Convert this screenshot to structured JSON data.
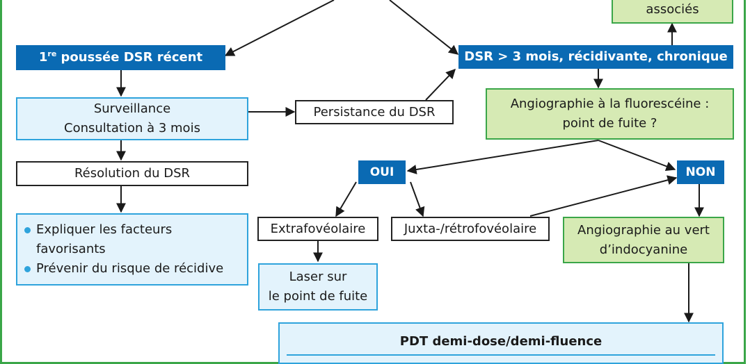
{
  "nodes": {
    "associes": "associés",
    "first_push_prefix": "1",
    "first_push_sup": "re",
    "first_push_rest": " poussée DSR récent",
    "chronic": "DSR > 3 mois, récidivante, chronique",
    "surveillance_line1": "Surveillance",
    "surveillance_line2": "Consultation à 3 mois",
    "persistance": "Persistance du DSR",
    "angio_fluo_line1": "Angiographie à la fluorescéine :",
    "angio_fluo_line2": "point de fuite ?",
    "resolution": "Résolution du DSR",
    "oui": "OUI",
    "non": "NON",
    "advice_1_line1": "Expliquer les facteurs",
    "advice_1_line2": "favorisants",
    "advice_2": "Prévenir du risque de récidive",
    "extrafoveolaire": "Extrafovéolaire",
    "juxta": "Juxta-/rétrofovéolaire",
    "angio_icg_line1": "Angiographie au vert",
    "angio_icg_line2": "d’indocyanine",
    "laser_line1": "Laser sur",
    "laser_line2": "le point de fuite",
    "pdt": "PDT demi-dose/demi-fluence"
  },
  "colors": {
    "dark_blue": "#0a6ab3",
    "light_blue_fill": "#e3f3fc",
    "light_blue_border": "#2ea3dc",
    "green_fill": "#d6eab4",
    "green_border": "#3aa648"
  }
}
